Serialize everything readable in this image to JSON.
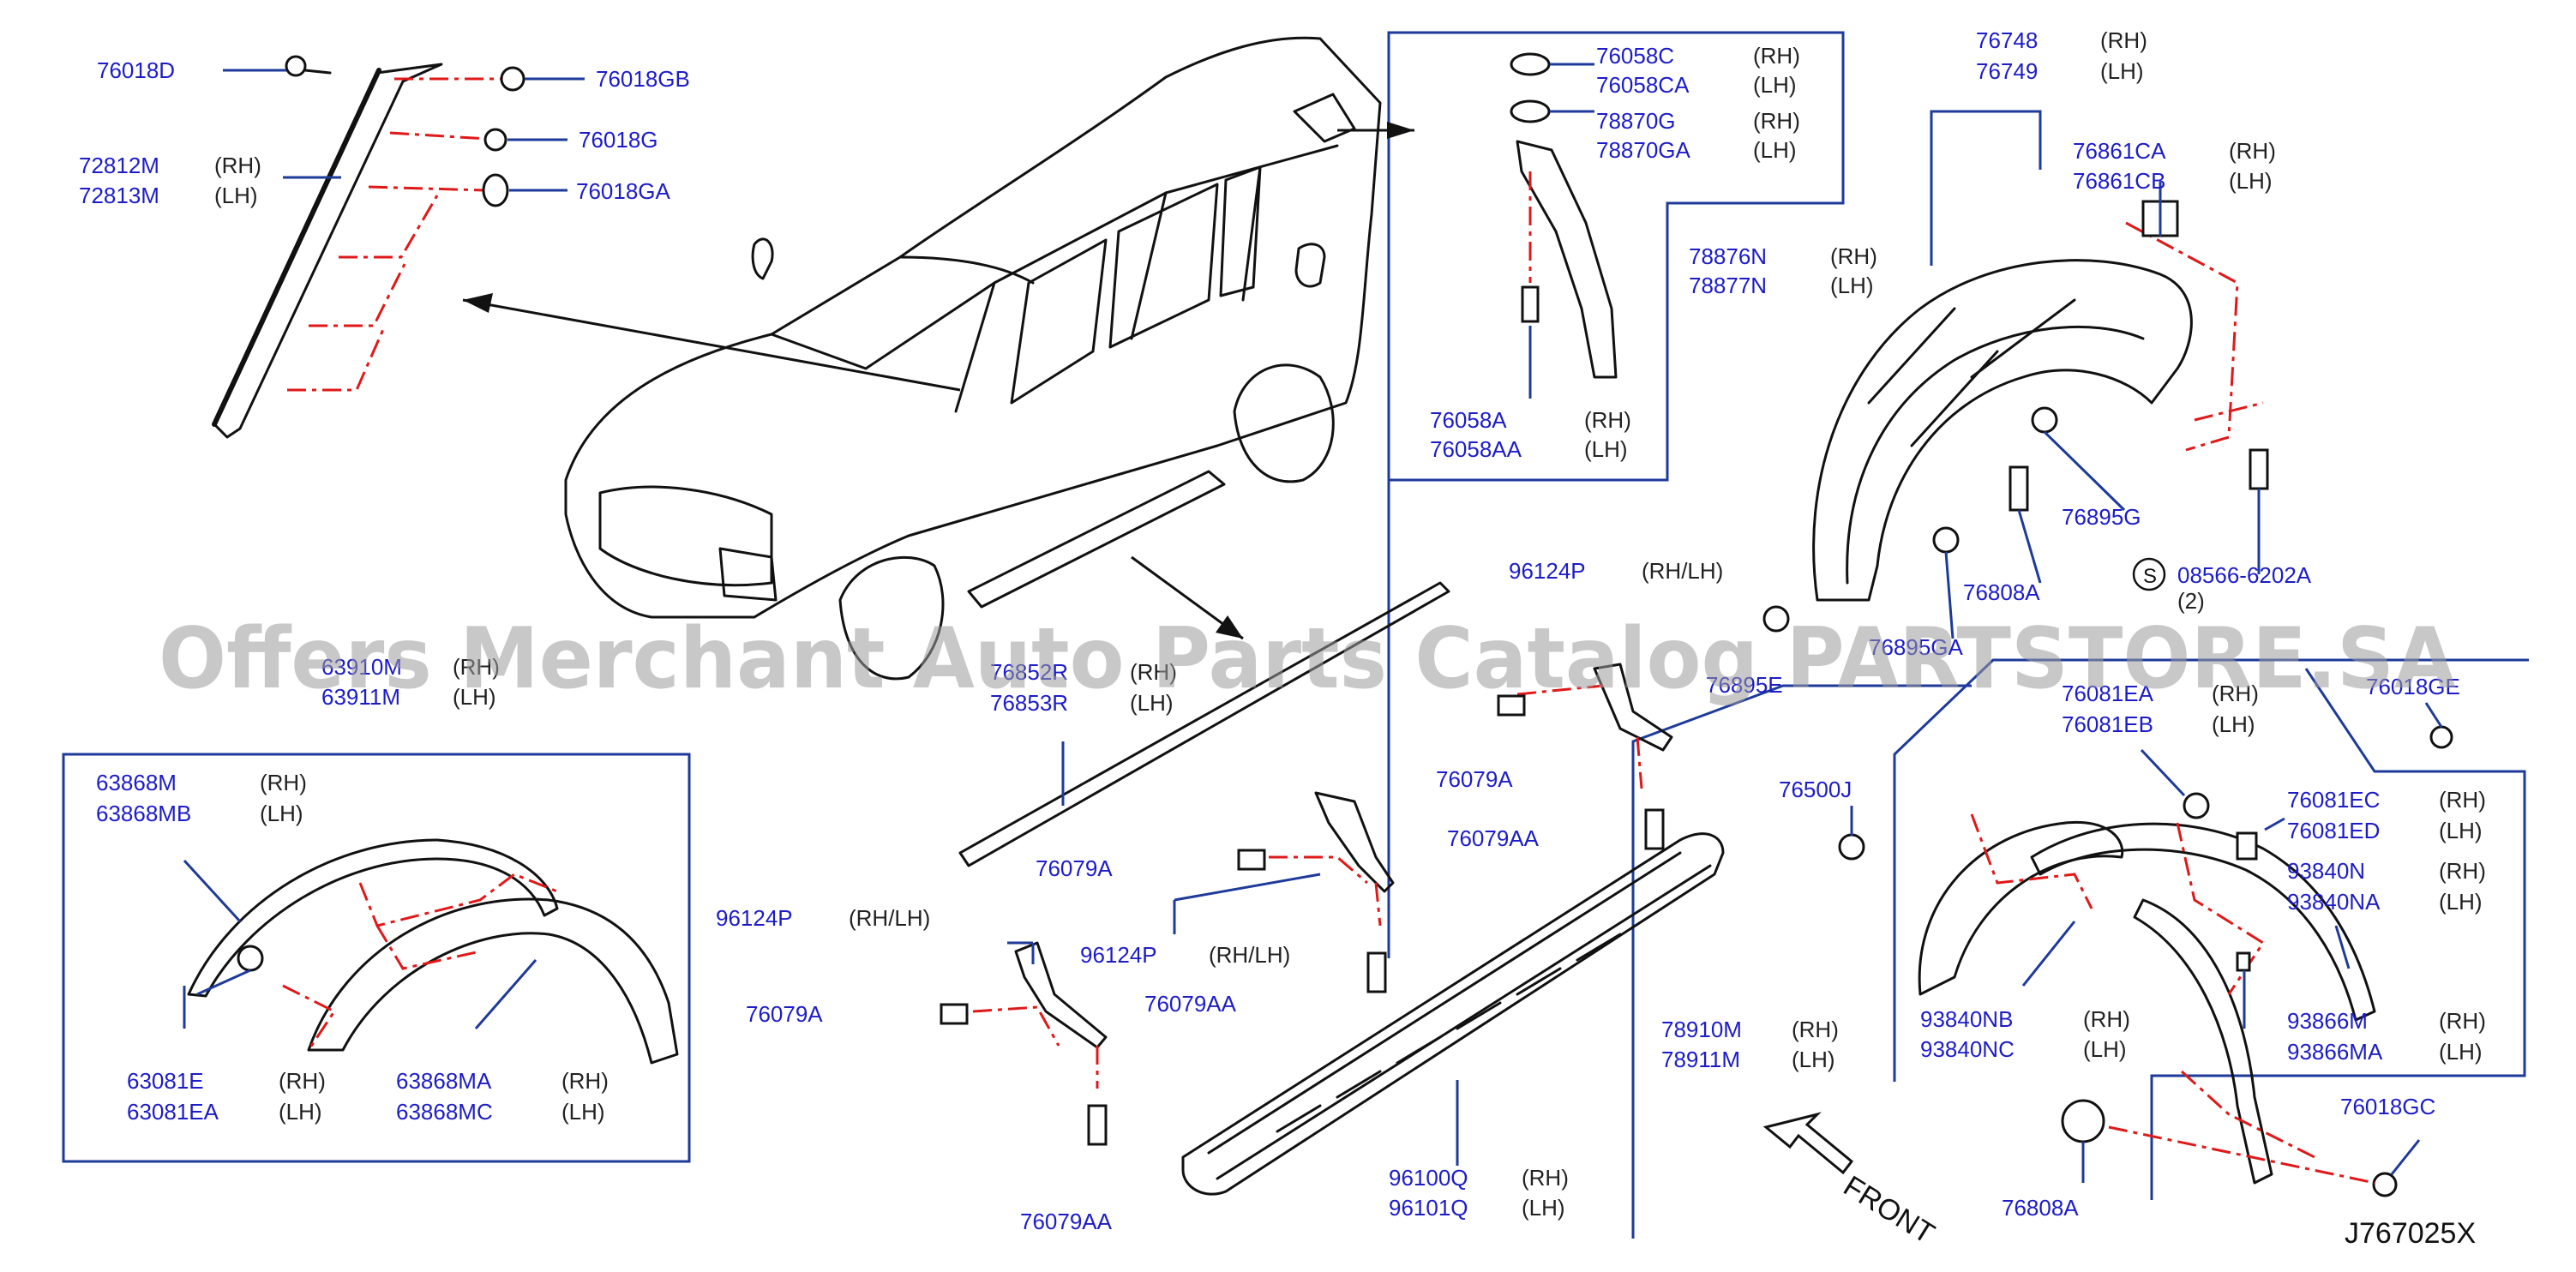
{
  "diagram_id": "J767025X",
  "watermark": "Offers Merchant Auto Parts Catalog PARTSTORE.SA",
  "direction_label": "FRONT",
  "side_labels": {
    "rh": "(RH)",
    "lh": "(LH)",
    "rhlh": "(RH/LH)"
  },
  "screw_symbol": "S",
  "screw_qty": "(2)",
  "parts": {
    "p76018D": "76018D",
    "p76018GB": "76018GB",
    "p76018G": "76018G",
    "p76018GA": "76018GA",
    "p72812M": "72812M",
    "p72813M": "72813M",
    "p76058C": "76058C",
    "p76058CA": "76058CA",
    "p78870G": "78870G",
    "p78870GA": "78870GA",
    "p78876N": "78876N",
    "p78877N": "78877N",
    "p76058A": "76058A",
    "p76058AA": "76058AA",
    "p76748": "76748",
    "p76749": "76749",
    "p76861CA": "76861CA",
    "p76861CB": "76861CB",
    "p76895G": "76895G",
    "p76808A_top": "76808A",
    "p08566": "08566-6202A",
    "p76895GA": "76895GA",
    "p76895E": "76895E",
    "p96124P_a": "96124P",
    "p76079A_a": "76079A",
    "p76079AA_a": "76079AA",
    "p63910M": "63910M",
    "p63911M": "63911M",
    "p76852R": "76852R",
    "p76853R": "76853R",
    "p63868M": "63868M",
    "p63868MB": "63868MB",
    "p63081E": "63081E",
    "p63081EA": "63081EA",
    "p63868MA": "63868MA",
    "p63868MC": "63868MC",
    "p76079A_b": "76079A",
    "p96124P_b": "96124P",
    "p76079AA_b": "76079AA",
    "p96124P_c": "96124P",
    "p76079A_c": "76079A",
    "p76079AA_c": "76079AA",
    "p96100Q": "96100Q",
    "p96101Q": "96101Q",
    "p78910M": "78910M",
    "p78911M": "78911M",
    "p76500J": "76500J",
    "p76081EA": "76081EA",
    "p76081EB": "76081EB",
    "p76018GE": "76018GE",
    "p76081EC": "76081EC",
    "p76081ED": "76081ED",
    "p93840N": "93840N",
    "p93840NA": "93840NA",
    "p93840NB": "93840NB",
    "p93840NC": "93840NC",
    "p93866M": "93866M",
    "p93866MA": "93866MA",
    "p76018GC": "76018GC",
    "p76808A_bot": "76808A"
  }
}
